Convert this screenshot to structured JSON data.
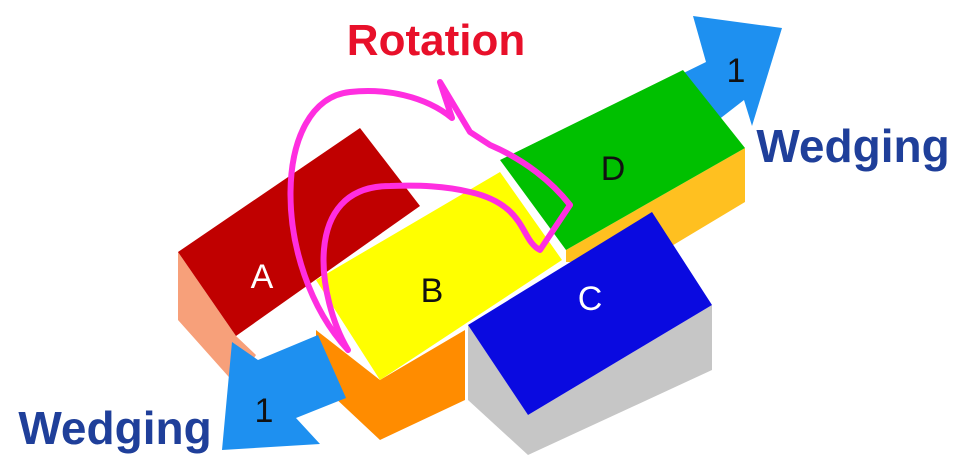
{
  "diagram": {
    "title": "Rotation",
    "wedging_right_label": "Wedging",
    "wedging_left_label": "Wedging",
    "arrow_right_number": "1",
    "arrow_left_number": "1",
    "blocks": {
      "a": "A",
      "b": "B",
      "c": "C",
      "d": "D"
    }
  },
  "colors": {
    "title": "#e8102a",
    "wedging_text": "#1f3f9a",
    "arrow": "#1e90f0",
    "rotation_path": "#ff2ee0",
    "block_a_top": "#c00000",
    "block_a_side": "#f7a07a",
    "block_b_top": "#ffff00",
    "block_b_side": "#ff8c00",
    "block_c_top": "#0a0ae0",
    "block_c_side": "#c6c6c6",
    "block_d_top": "#00c000",
    "block_d_side": "#ffc020"
  }
}
